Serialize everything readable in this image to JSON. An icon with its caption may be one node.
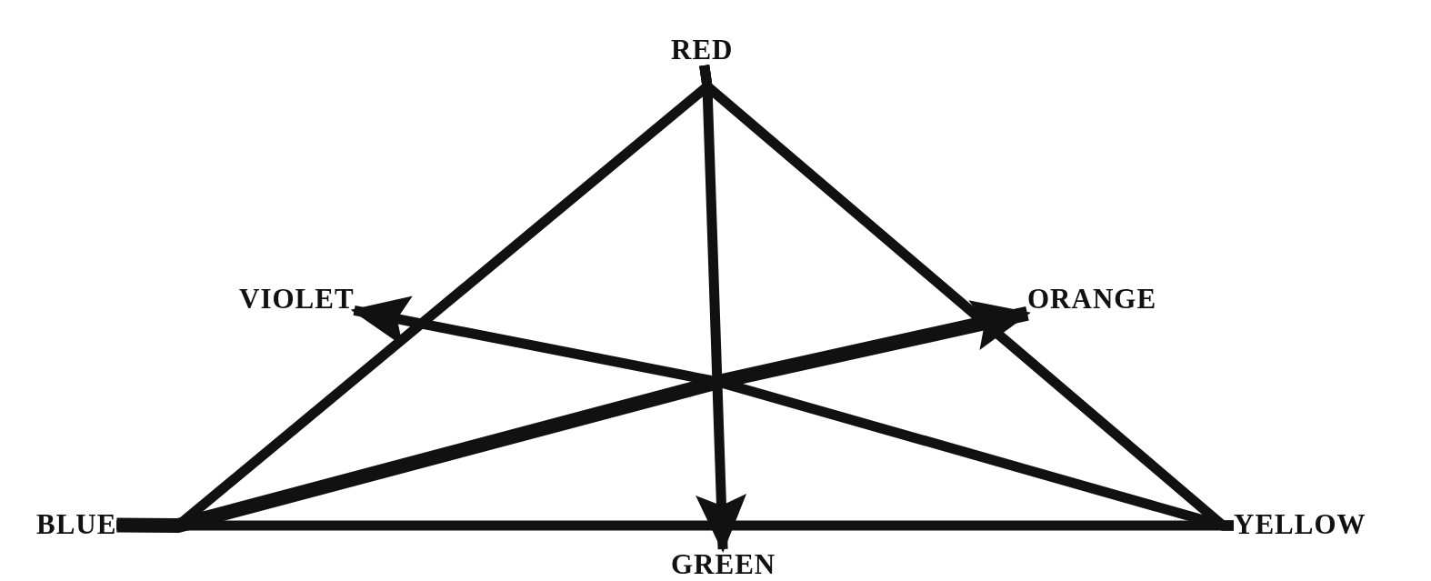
{
  "diagram": {
    "nodes": [
      {
        "text": [
          "RED"
        ]
      },
      {
        "text": [
          "VIOLET"
        ]
      },
      {
        "text": [
          "ORANGE"
        ]
      },
      {
        "text": [
          "BLUE"
        ]
      },
      {
        "text": [
          "YELLOW"
        ]
      },
      {
        "text": [
          "GREEN"
        ]
      }
    ],
    "edges": [
      {
        "from": 0,
        "to": 3,
        "arrow": "none"
      },
      {
        "from": 0,
        "to": 4,
        "arrow": "none"
      },
      {
        "from": 3,
        "to": 4,
        "arrow": "none"
      },
      {
        "from": 0,
        "to": 5,
        "arrow": "to"
      },
      {
        "from": 4,
        "to": 1,
        "arrow": "to"
      },
      {
        "from": 3,
        "to": 2,
        "arrow": "to"
      }
    ]
  }
}
